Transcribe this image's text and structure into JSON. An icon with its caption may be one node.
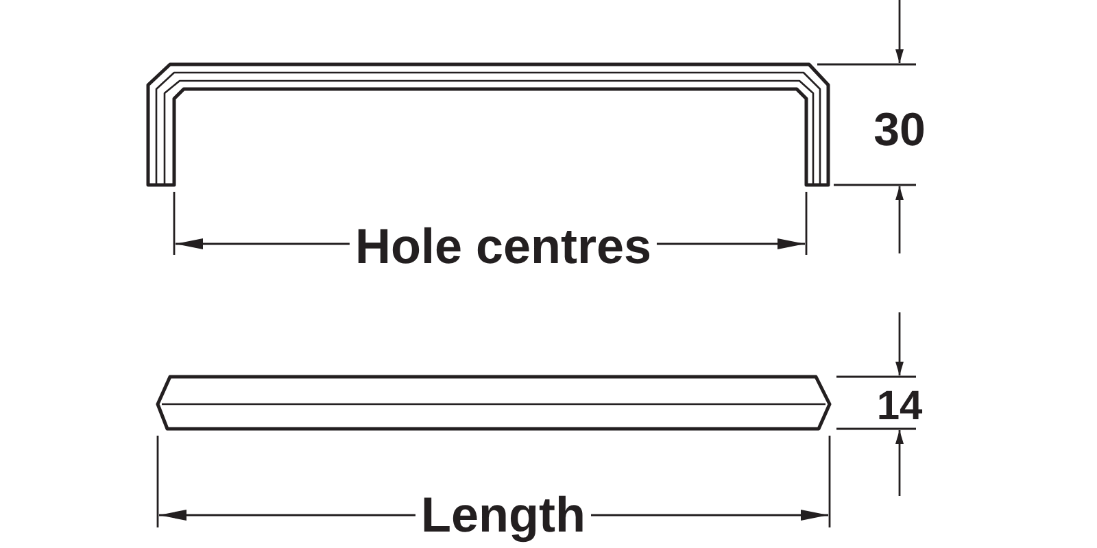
{
  "diagram": {
    "labels": [
      "30",
      "Hole centres",
      "14",
      "Length"
    ]
  }
}
